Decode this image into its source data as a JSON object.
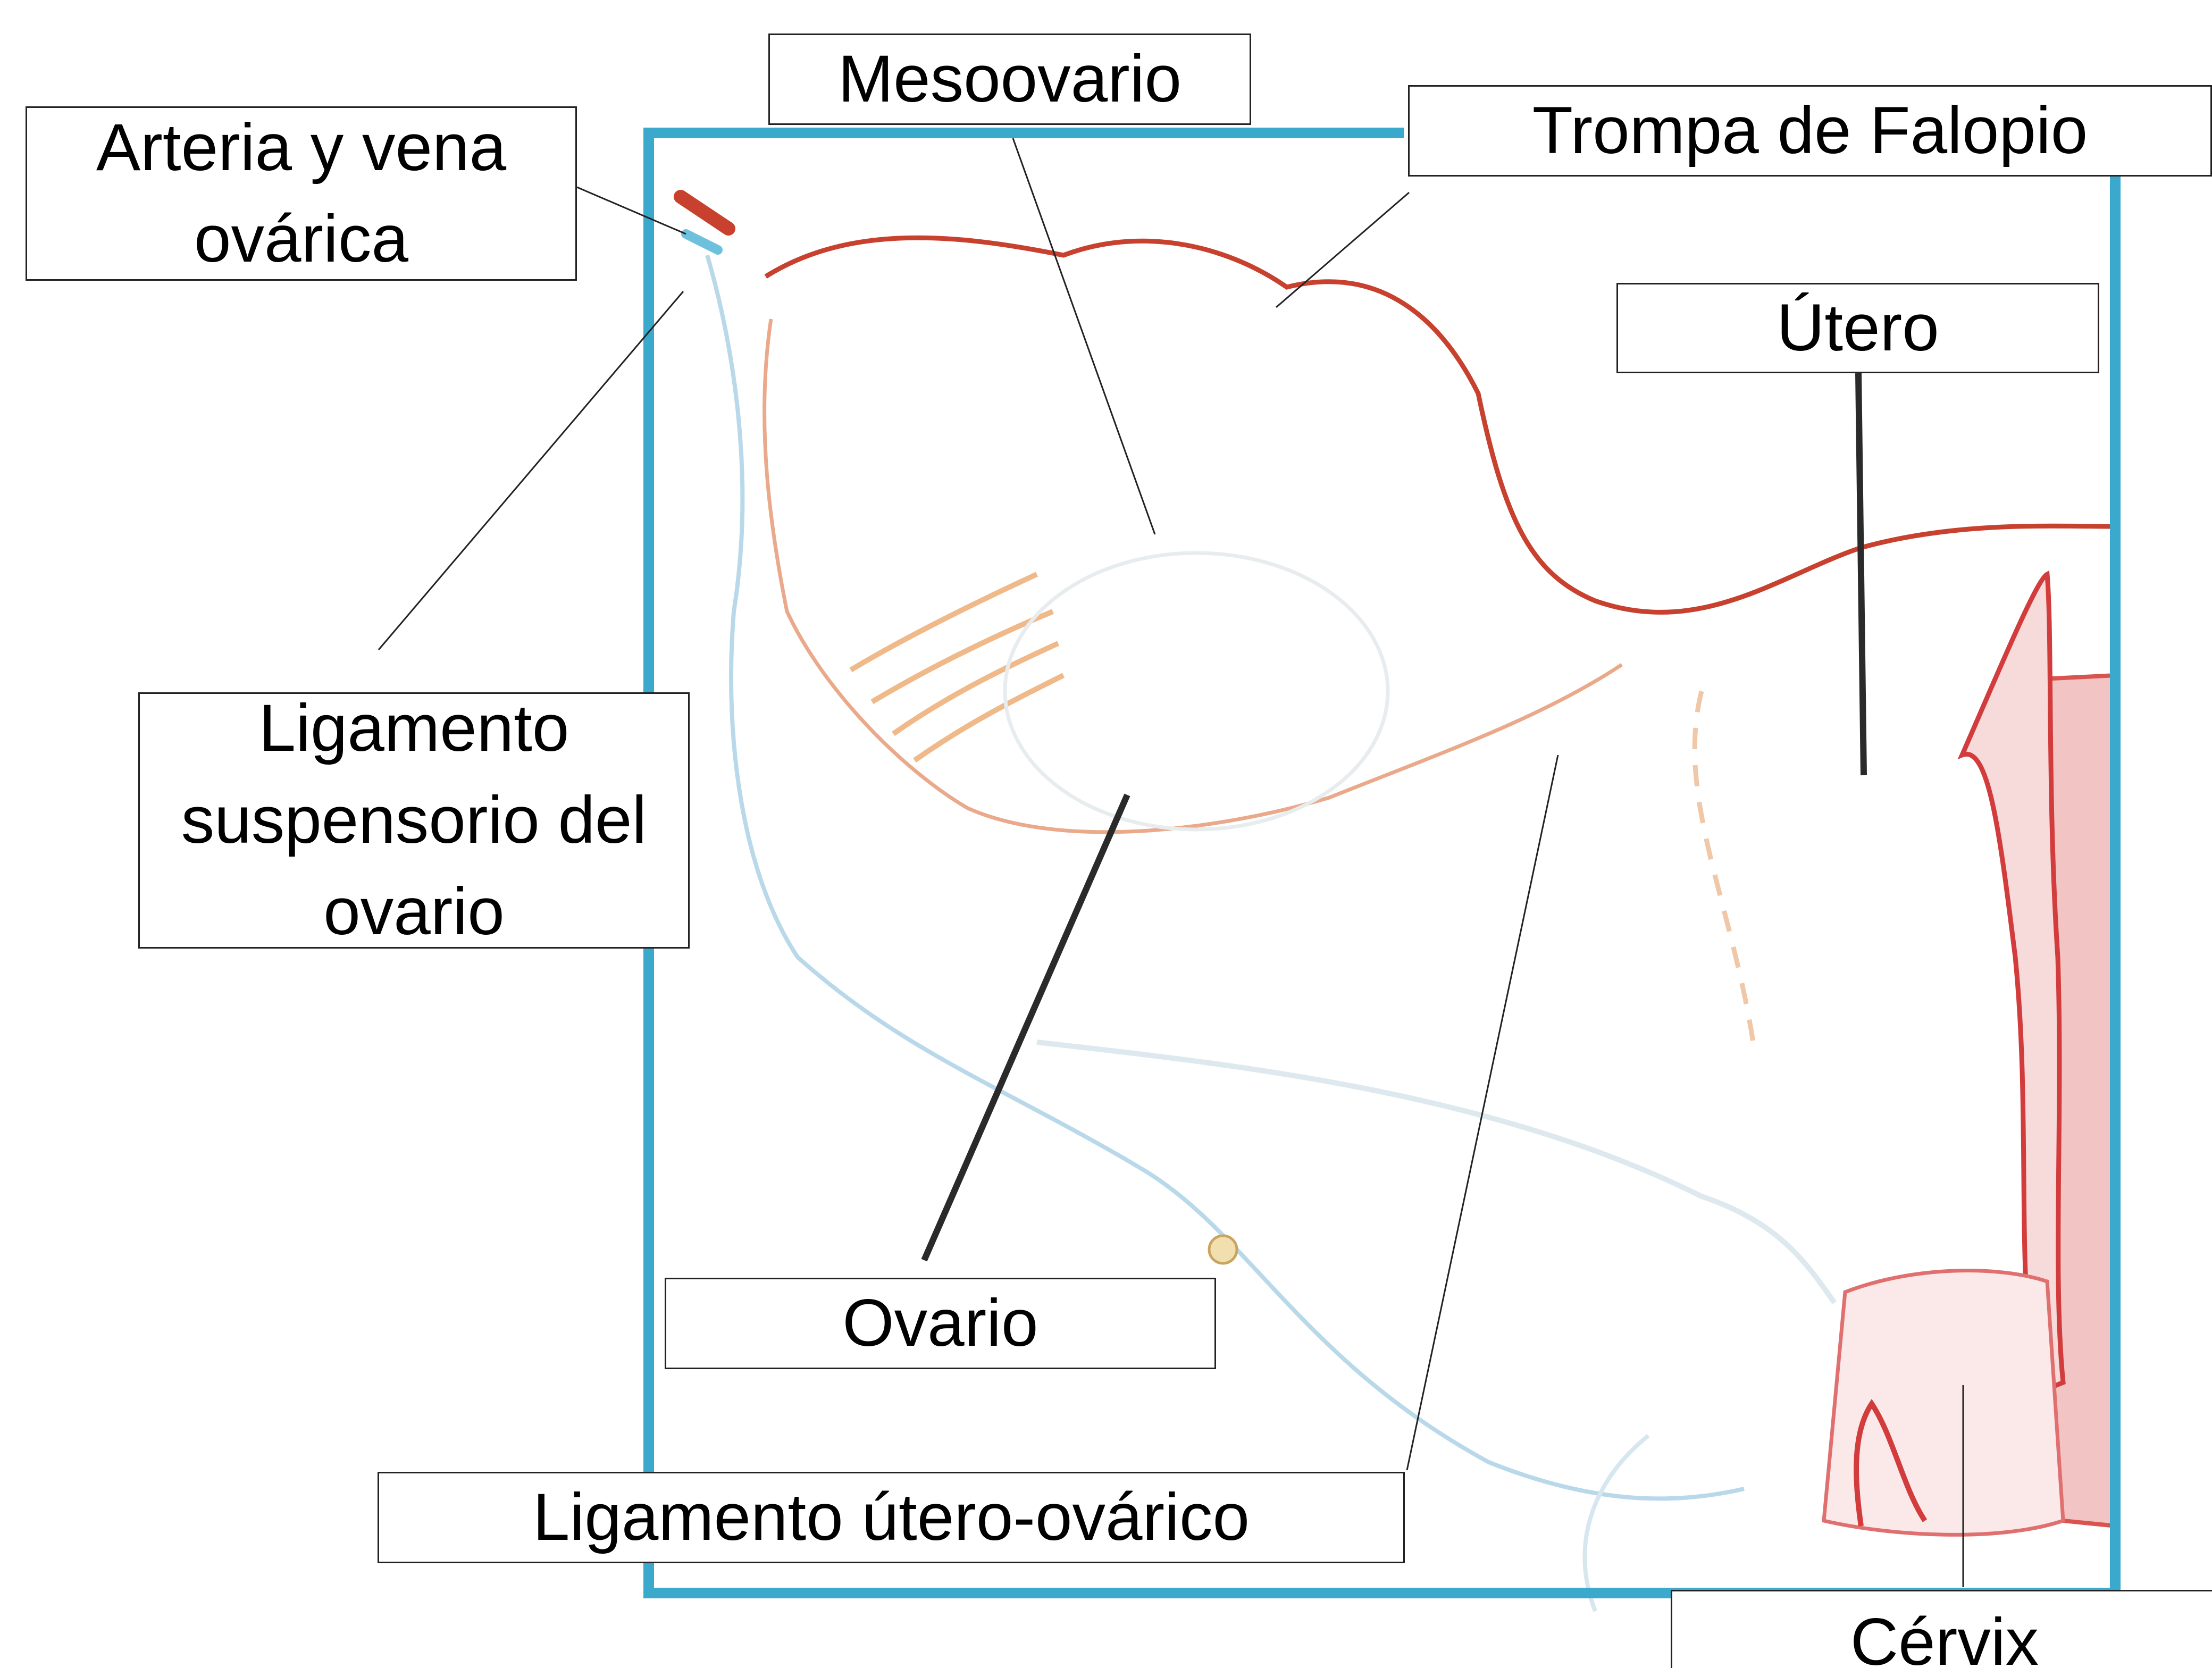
{
  "colors": {
    "frame": "#3aa9cc",
    "artery": "#c8412f",
    "vein": "#a9cfe3",
    "pointer": "#111111"
  },
  "labels": {
    "arteria_vena": "Arteria y vena\nováricа",
    "mesoovario": "Mesoovario",
    "trompa": "Trompa de Falopio",
    "utero": "Útero",
    "ligamento_suspensorio": "Ligamento\nsuspensorio del\novario",
    "ovario": "Ovario",
    "ligamento_utero_ovarico": "Ligamento útero-ovárico",
    "cervix": "Cérvix"
  }
}
